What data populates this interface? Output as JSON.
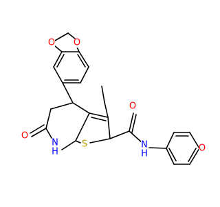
{
  "atoms": [
    {
      "id": "O_top",
      "label": "O",
      "color": "#FF0000"
    },
    {
      "id": "O_left",
      "label": "O",
      "color": "#FF0000"
    },
    {
      "id": "S",
      "label": "S",
      "color": "#B8A000"
    },
    {
      "id": "O_keto",
      "label": "O",
      "color": "#FF0000"
    },
    {
      "id": "O_amide",
      "label": "O",
      "color": "#FF0000"
    },
    {
      "id": "NH_ring",
      "label": "N",
      "sub": "H",
      "color": "#0000FF"
    },
    {
      "id": "NH_amide",
      "label": "N",
      "sub": "H",
      "color": "#0000FF"
    },
    {
      "id": "O_meth",
      "label": "O",
      "color": "#FF0000"
    }
  ]
}
